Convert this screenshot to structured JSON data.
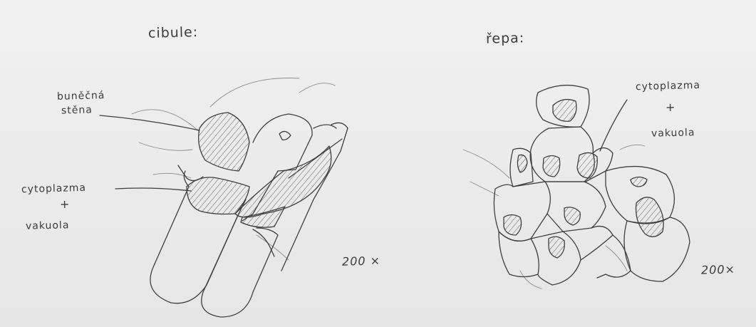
{
  "left_drawing": {
    "title": "cibule:",
    "labels": {
      "wall_line1": "buněčná",
      "wall_line2": "stěna",
      "cyto": "cytoplazma",
      "plus": "+",
      "vac": "vakuola"
    },
    "magnification": "200 ×"
  },
  "right_drawing": {
    "title": "řepa:",
    "labels": {
      "cyto": "cytoplazma",
      "plus": "+",
      "vac": "vakuola"
    },
    "magnification": "200×"
  },
  "colors": {
    "pencil": "#3f3f3f",
    "paper": "#ececec",
    "hatch": "#6a6a6a"
  }
}
